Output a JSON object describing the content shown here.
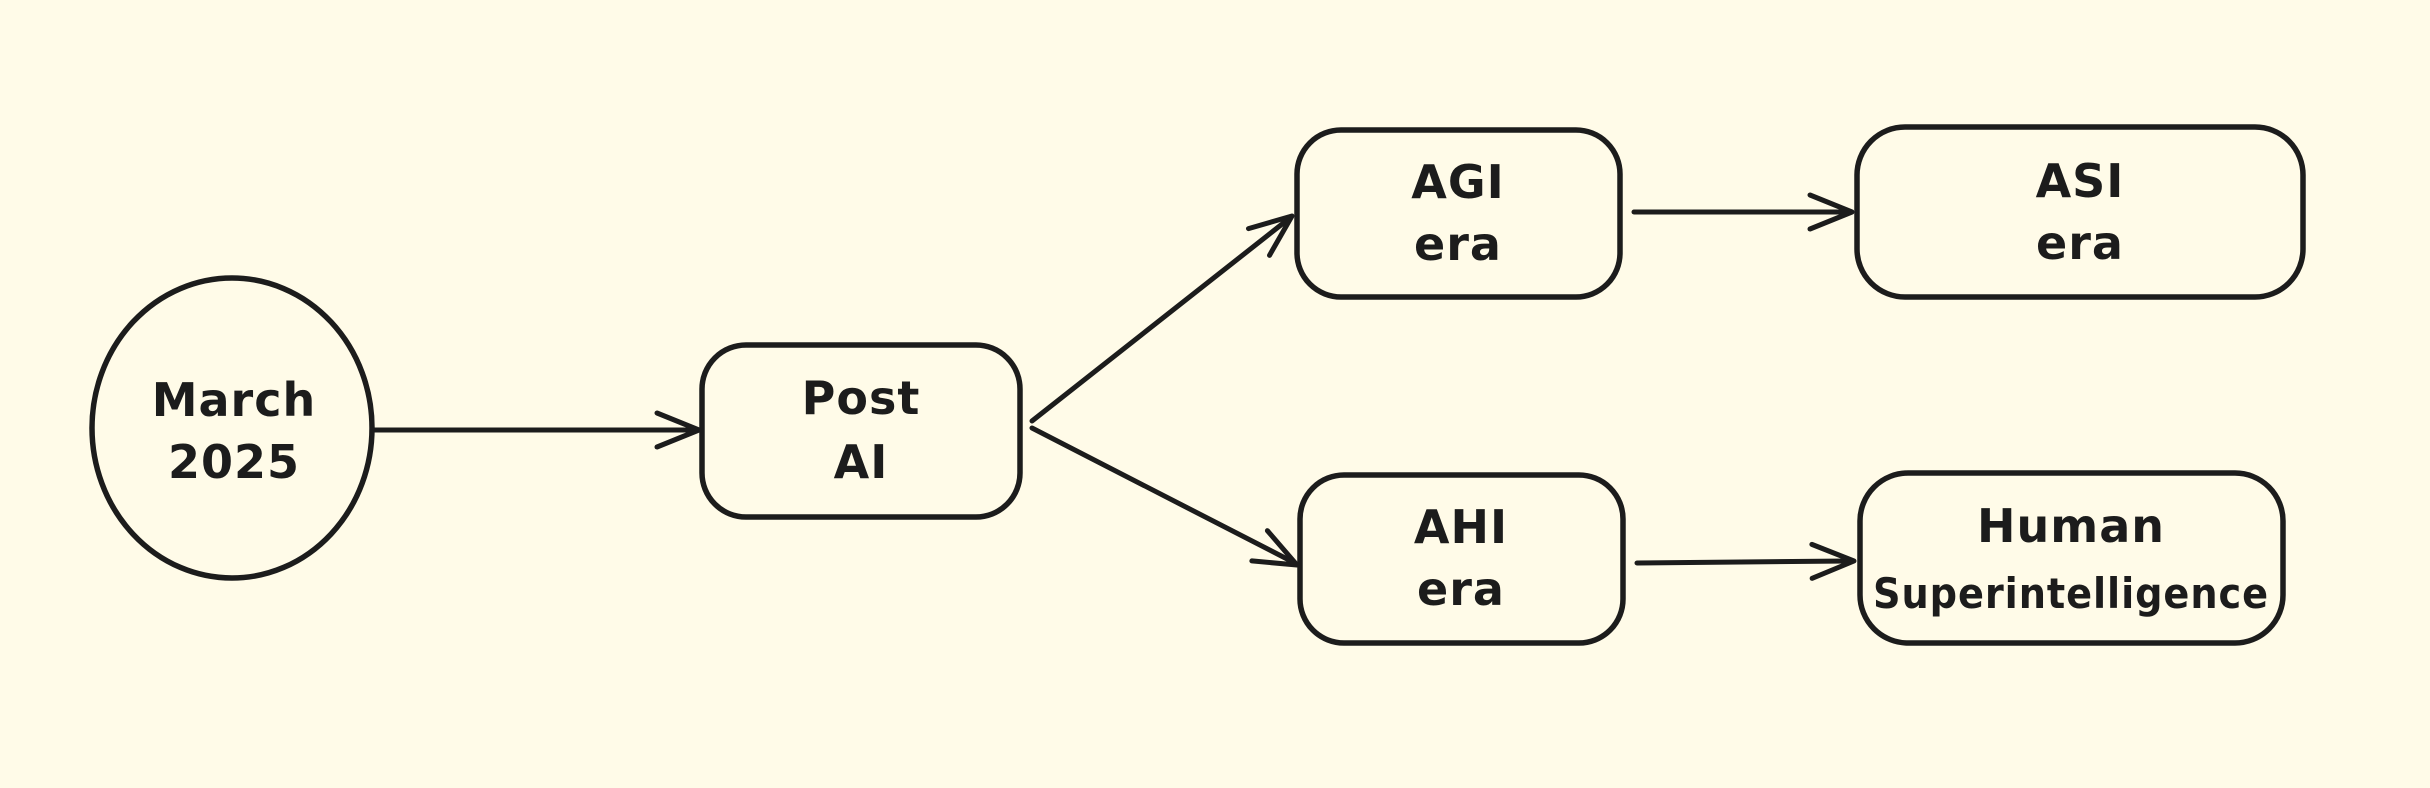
{
  "canvas": {
    "background": "#FFFBE8",
    "stroke": "#1C1C1C",
    "style": "hand-drawn-sketch"
  },
  "diagram": {
    "nodes": {
      "start": {
        "shape": "ellipse",
        "line1": "March",
        "line2": "2025"
      },
      "post_ai": {
        "shape": "rounded-rectangle",
        "line1": "Post",
        "line2": "AI"
      },
      "agi": {
        "shape": "rounded-rectangle",
        "line1": "AGI",
        "line2": "era"
      },
      "asi": {
        "shape": "rounded-rectangle",
        "line1": "ASI",
        "line2": "era"
      },
      "ahi": {
        "shape": "rounded-rectangle",
        "line1": "AHI",
        "line2": "era"
      },
      "hsi": {
        "shape": "rounded-rectangle",
        "line1": "Human",
        "line2": "Superintelligence"
      }
    },
    "edges": [
      {
        "from": "March 2025",
        "to": "Post AI"
      },
      {
        "from": "Post AI",
        "to": "AGI era"
      },
      {
        "from": "Post AI",
        "to": "AHI era"
      },
      {
        "from": "AGI era",
        "to": "ASI era"
      },
      {
        "from": "AHI era",
        "to": "Human Superintelligence"
      }
    ]
  }
}
